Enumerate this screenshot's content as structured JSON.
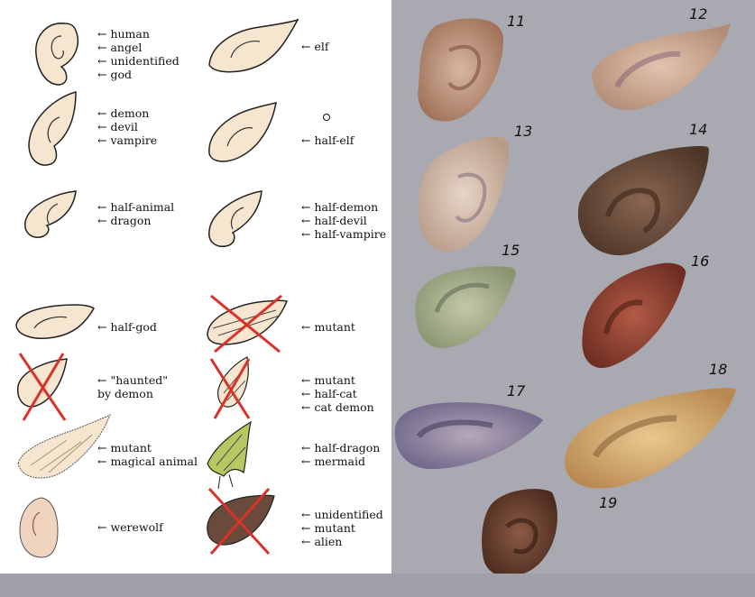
{
  "left_sheet": {
    "groups": [
      {
        "id": "g1",
        "lines": [
          "← human",
          "← angel",
          "← unidentified",
          "← god"
        ]
      },
      {
        "id": "g2",
        "lines": [
          "← elf"
        ]
      },
      {
        "id": "g3",
        "lines": [
          "← demon",
          "← devil",
          "← vampire"
        ]
      },
      {
        "id": "g4",
        "lines": [
          "← half-elf"
        ]
      },
      {
        "id": "g5",
        "lines": [
          "← half-animal",
          "← dragon"
        ]
      },
      {
        "id": "g6",
        "lines": [
          "← half-demon",
          "← half-devil",
          "← half-vampire"
        ]
      },
      {
        "id": "g7",
        "lines": [
          "← half-god"
        ]
      },
      {
        "id": "g8",
        "lines": [
          "← mutant"
        ]
      },
      {
        "id": "g9",
        "lines": [
          "← \"haunted\"",
          "   by demon"
        ]
      },
      {
        "id": "g10",
        "lines": [
          "← mutant",
          "← half-cat",
          "← cat demon"
        ]
      },
      {
        "id": "g11",
        "lines": [
          "← mutant",
          "← magical animal"
        ]
      },
      {
        "id": "g12",
        "lines": [
          "← half-dragon",
          "← mermaid"
        ]
      },
      {
        "id": "g13",
        "lines": [
          "← werewolf"
        ]
      },
      {
        "id": "g14",
        "lines": [
          "← unidentified",
          "← mutant",
          "← alien"
        ]
      }
    ]
  },
  "right_panel": {
    "numbers": [
      "11",
      "12",
      "13",
      "14",
      "15",
      "16",
      "17",
      "18",
      "19"
    ]
  },
  "colors": {
    "sheet_bg": "#ffffff",
    "panel_bg": "#a9a9b1",
    "cross_red": "#d8322a",
    "skin_sketch": "#f6e6cf"
  }
}
